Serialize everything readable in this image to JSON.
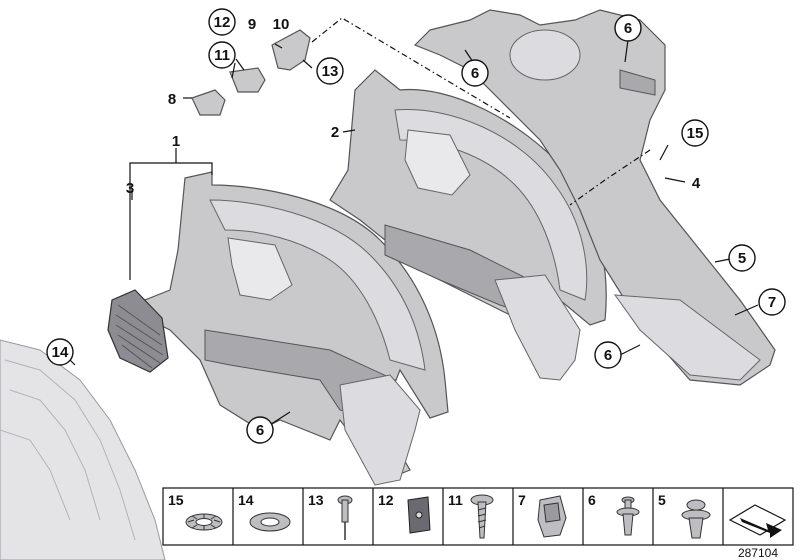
{
  "diagram": {
    "callouts": [
      {
        "id": "c1",
        "label": "1",
        "circled": false
      },
      {
        "id": "c2",
        "label": "2",
        "circled": false
      },
      {
        "id": "c3",
        "label": "3",
        "circled": false
      },
      {
        "id": "c4",
        "label": "4",
        "circled": false
      },
      {
        "id": "c5",
        "label": "5",
        "circled": true
      },
      {
        "id": "c6a",
        "label": "6",
        "circled": true
      },
      {
        "id": "c6b",
        "label": "6",
        "circled": true
      },
      {
        "id": "c6c",
        "label": "6",
        "circled": true
      },
      {
        "id": "c6d",
        "label": "6",
        "circled": true
      },
      {
        "id": "c7",
        "label": "7",
        "circled": true
      },
      {
        "id": "c8",
        "label": "8",
        "circled": false
      },
      {
        "id": "c9",
        "label": "9",
        "circled": false
      },
      {
        "id": "c10",
        "label": "10",
        "circled": false
      },
      {
        "id": "c11",
        "label": "11",
        "circled": true
      },
      {
        "id": "c12",
        "label": "12",
        "circled": true
      },
      {
        "id": "c13",
        "label": "13",
        "circled": true
      },
      {
        "id": "c14",
        "label": "14",
        "circled": true
      },
      {
        "id": "c15",
        "label": "15",
        "circled": true
      }
    ],
    "legend": [
      {
        "label": "15",
        "part": "speed-nut"
      },
      {
        "label": "14",
        "part": "washer"
      },
      {
        "label": "13",
        "part": "rivet"
      },
      {
        "label": "12",
        "part": "clip-nut"
      },
      {
        "label": "11",
        "part": "screw"
      },
      {
        "label": "7",
        "part": "clip"
      },
      {
        "label": "6",
        "part": "push-pin"
      },
      {
        "label": "5",
        "part": "expanding-rivet"
      },
      {
        "label": "",
        "part": "arrow-symbol"
      }
    ],
    "diagram_number": "287104"
  }
}
